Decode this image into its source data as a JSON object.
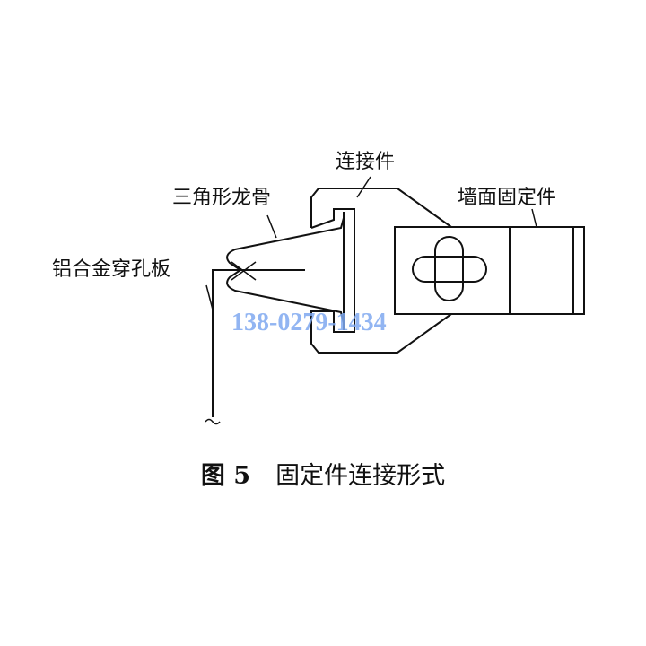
{
  "figure": {
    "labels": {
      "connector": "连接件",
      "triangle_keel": "三角形龙骨",
      "wall_fixture": "墙面固定件",
      "perforated_panel": "铝合金穿孔板"
    },
    "caption": {
      "number": "图 5",
      "title": "固定件连接形式"
    },
    "watermark": "138-0279-1434"
  }
}
